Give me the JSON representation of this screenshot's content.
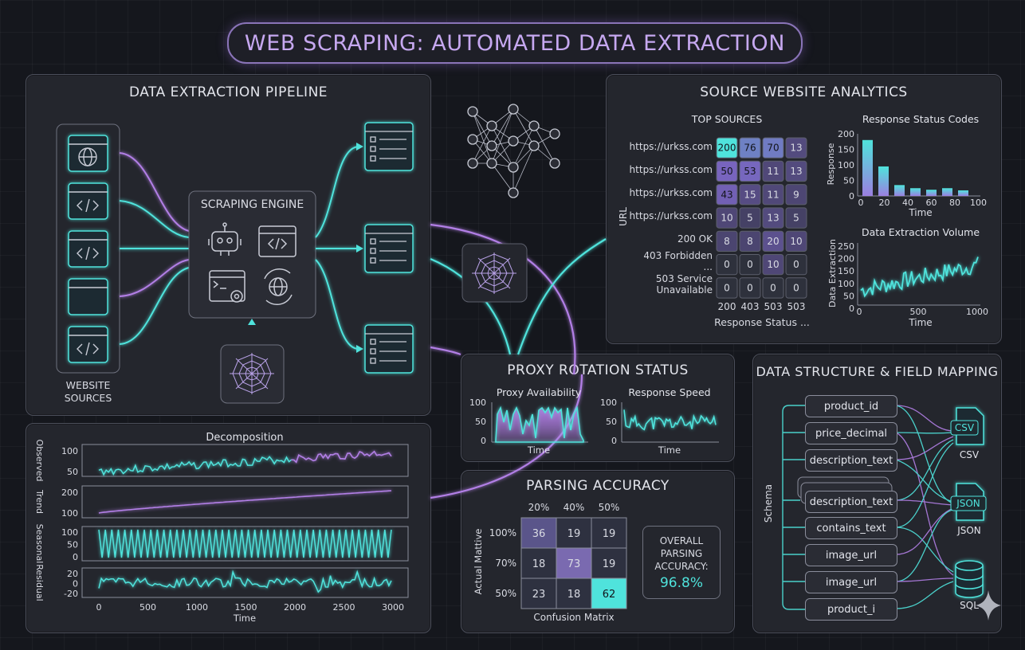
{
  "title": "WEB SCRAPING: AUTOMATED DATA EXTRACTION",
  "pipeline": {
    "title": "DATA EXTRACTION PIPELINE",
    "engine_label": "SCRAPING ENGINE",
    "sources_label_1": "WEBSITE",
    "sources_label_2": "SOURCES"
  },
  "analytics": {
    "title": "SOURCE WEBSITE ANALYTICS",
    "heatmap": {
      "title": "TOP SOURCES",
      "ylabel": "URL",
      "xlabel": "Response Status ...",
      "rows": [
        "https://urkss.com",
        "https://urkss.com",
        "https://urkss.com",
        "https://urkss.com",
        "200 OK",
        "403 Forbidden ...",
        "503 Service Unavailable"
      ],
      "cols": [
        "200",
        "403",
        "503",
        "503"
      ],
      "values": [
        [
          200,
          76,
          70,
          13
        ],
        [
          50,
          53,
          11,
          13
        ],
        [
          43,
          15,
          11,
          9
        ],
        [
          10,
          5,
          13,
          5
        ],
        [
          8,
          8,
          20,
          10
        ],
        [
          0,
          0,
          10,
          0
        ],
        [
          0,
          0,
          0,
          0
        ]
      ]
    },
    "status_chart": {
      "title": "Response Status Codes",
      "ylabel": "Response",
      "xlabel": "Time",
      "yticks": [
        "200",
        "150",
        "100",
        "50",
        "0"
      ],
      "xticks": [
        "0",
        "20",
        "40",
        "60",
        "80",
        "100"
      ]
    },
    "volume_chart": {
      "title": "Data Extraction Volume",
      "ylabel": "Data Extraction",
      "xlabel": "Time",
      "yticks": [
        "250",
        "200",
        "150",
        "100",
        "50",
        "0"
      ],
      "xticks": [
        "0",
        "500",
        "1000"
      ]
    }
  },
  "decomposition": {
    "title": "Decomposition",
    "xlabel": "Time",
    "xticks": [
      "0",
      "500",
      "1000",
      "1500",
      "2000",
      "2500",
      "3000"
    ],
    "rows": [
      {
        "label": "Observed",
        "ticks": [
          "100",
          "50"
        ]
      },
      {
        "label": "Trend",
        "ticks": [
          "200",
          "100"
        ]
      },
      {
        "label": "Seasonal",
        "ticks": [
          "100",
          "50",
          "0"
        ]
      },
      {
        "label": "Residual",
        "ticks": [
          "20",
          "0",
          "-20"
        ]
      }
    ]
  },
  "proxy": {
    "title": "PROXY ROTATION STATUS",
    "availability": {
      "title": "Proxy Availability",
      "xlabel": "Time",
      "yticks": [
        "100",
        "50",
        "0"
      ]
    },
    "speed": {
      "title": "Response Speed",
      "xlabel": "Time",
      "yticks": [
        "100",
        "50",
        "0"
      ]
    }
  },
  "parsing": {
    "title": "PARSING ACCURACY",
    "cols": [
      "20%",
      "40%",
      "50%"
    ],
    "rows": [
      "100%",
      "70%",
      "50%"
    ],
    "values": [
      [
        36,
        19,
        19
      ],
      [
        18,
        73,
        19
      ],
      [
        23,
        18,
        62
      ]
    ],
    "ylabel": "Actual Mattive",
    "xlabel": "Confusion Matrix",
    "overall_line1": "OVERALL",
    "overall_line2": "PARSING",
    "overall_line3": "ACCURACY:",
    "overall_value": "96.8%"
  },
  "mapping": {
    "title": "DATA STRUCTURE & FIELD MAPPING",
    "schema_label": "Schema",
    "fields": [
      "product_id",
      "price_decimal",
      "description_text",
      "description_text",
      "contains_text",
      "image_url",
      "image_url",
      "product_i"
    ],
    "outputs": [
      {
        "badge": "CSV",
        "label": "CSV"
      },
      {
        "badge": "JSON",
        "label": "JSON"
      },
      {
        "badge": "",
        "label": "SQL"
      }
    ]
  },
  "colors": {
    "cyan": "#4fe3dc",
    "purple": "#b27fe6",
    "bg": "#15171d",
    "panel": "#24262d"
  }
}
